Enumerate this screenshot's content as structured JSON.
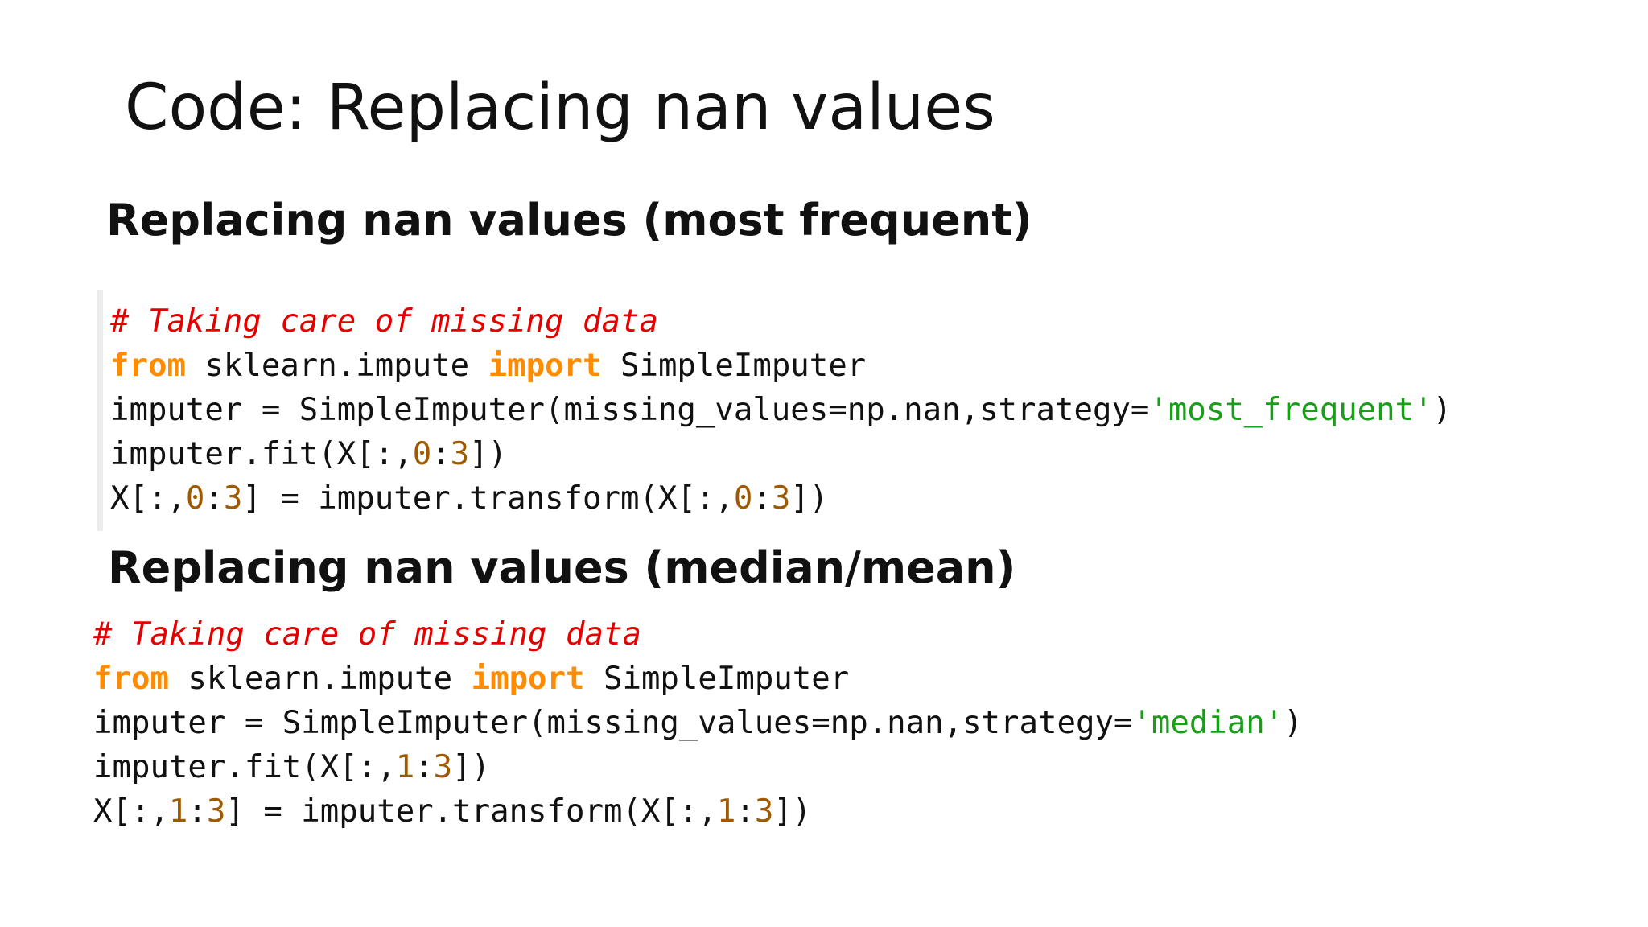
{
  "slide": {
    "title": "Code: Replacing nan values"
  },
  "section_most_frequent": {
    "heading": "Replacing nan values (most frequent)",
    "code": {
      "comment": "# Taking care of missing data",
      "line2": {
        "kw1": "from",
        "mid": " sklearn.impute ",
        "kw2": "import",
        "end": " SimpleImputer"
      },
      "line3": {
        "pre": "imputer = SimpleImputer(missing_values=np.nan,strategy=",
        "str": "'most_frequent'",
        "end": ")"
      },
      "line4": {
        "pre": "imputer.fit(X[:,",
        "n1": "0",
        "colon": ":",
        "n2": "3",
        "end": "])"
      },
      "line5": {
        "pre": "X[:,",
        "n1": "0",
        "colon": ":",
        "n2": "3",
        "mid": "] = imputer.transform(X[:,",
        "n3": "0",
        "colon2": ":",
        "n4": "3",
        "end": "])"
      }
    }
  },
  "section_median": {
    "heading": "Replacing nan values (median/mean)",
    "code": {
      "comment": "# Taking care of missing data",
      "line2": {
        "kw1": "from",
        "mid": " sklearn.impute ",
        "kw2": "import",
        "end": " SimpleImputer"
      },
      "line3": {
        "pre": "imputer = SimpleImputer(missing_values=np.nan,strategy=",
        "str": "'median'",
        "end": ")"
      },
      "line4": {
        "pre": "imputer.fit(X[:,",
        "n1": "1",
        "colon": ":",
        "n2": "3",
        "end": "])"
      },
      "line5": {
        "pre": "X[:,",
        "n1": "1",
        "colon": ":",
        "n2": "3",
        "mid": "] = imputer.transform(X[:,",
        "n3": "1",
        "colon2": ":",
        "n4": "3",
        "end": "])"
      }
    }
  },
  "colors": {
    "comment": "#e50000",
    "keyword": "#ff8c00",
    "string": "#1a9e1a",
    "number": "#9e5a00",
    "text": "#111111"
  }
}
